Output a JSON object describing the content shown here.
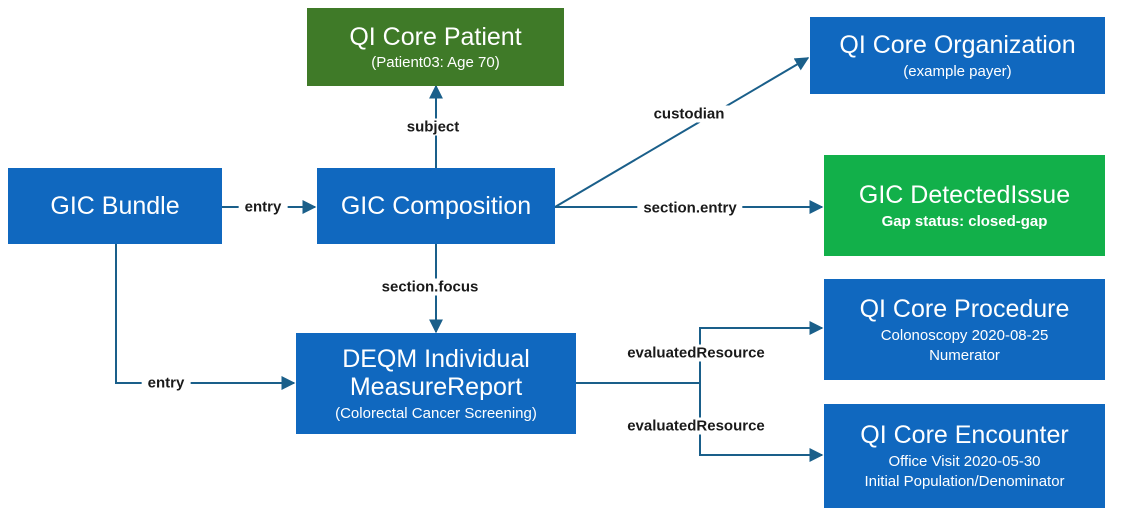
{
  "nodes": {
    "patient": {
      "title": "QI Core Patient",
      "sub": "(Patient03: Age 70)"
    },
    "organization": {
      "title": "QI Core Organization",
      "sub": "(example payer)"
    },
    "bundle": {
      "title": "GIC Bundle"
    },
    "composition": {
      "title": "GIC Composition"
    },
    "detected_issue": {
      "title": "GIC DetectedIssue",
      "sub": "Gap status: closed-gap"
    },
    "measure_report": {
      "title_line1": "DEQM Individual",
      "title_line2": "MeasureReport",
      "sub": "(Colorectal Cancer Screening)"
    },
    "procedure": {
      "title": "QI Core Procedure",
      "sub1": "Colonoscopy 2020-08-25",
      "sub2": "Numerator"
    },
    "encounter": {
      "title": "QI Core Encounter",
      "sub1": "Office Visit 2020-05-30",
      "sub2": "Initial Population/Denominator"
    }
  },
  "edges": {
    "subject": "subject",
    "custodian": "custodian",
    "entry_composition": "entry",
    "section_entry": "section.entry",
    "section_focus": "section.focus",
    "entry_report": "entry",
    "evaluated_procedure": "evaluatedResource",
    "evaluated_encounter": "evaluatedResource"
  },
  "colors": {
    "box_blue": "#1068bf",
    "box_dark_green": "#3f7a28",
    "box_green": "#12b04a",
    "connector": "#1a5f8a"
  }
}
